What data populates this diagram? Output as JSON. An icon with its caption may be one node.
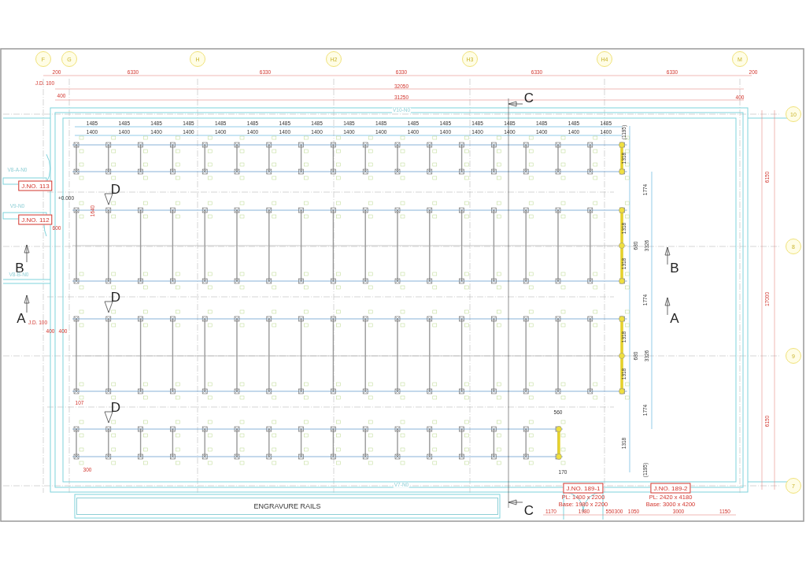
{
  "diagram": {
    "nodes": [
      {
        "text": [
          "F"
        ]
      },
      {
        "text": [
          "G"
        ]
      },
      {
        "text": [
          "H"
        ]
      },
      {
        "text": [
          "H2"
        ]
      },
      {
        "text": [
          "H3"
        ]
      },
      {
        "text": [
          "H4"
        ]
      },
      {
        "text": [
          "M"
        ]
      },
      {
        "text": [
          "10"
        ]
      },
      {
        "text": [
          "J.NO. 113"
        ]
      },
      {
        "text": [
          "J.NO. 112"
        ]
      },
      {
        "text": [
          "8"
        ]
      },
      {
        "text": [
          "9"
        ]
      },
      {
        "text": [
          "7"
        ]
      },
      {
        "text": [
          "J.NO. 189-1"
        ],
        "beside": [
          "PL: 1400 x 2200",
          "Base: 1980 x 2200"
        ]
      },
      {
        "text": [
          "J.NO. 189-2"
        ],
        "beside": [
          "PL: 2420 x 4180",
          "Base: 3000 x 4200"
        ]
      },
      {
        "text": [
          "ENGRAVURE RAILS"
        ]
      }
    ],
    "labels": [
      "200",
      "6330",
      "6330",
      "6330",
      "6330",
      "6330",
      "200",
      "J.D. 100",
      "32050",
      "400",
      "31250",
      "400",
      "C",
      "V10-N0",
      "1485",
      "1485",
      "1485",
      "1485",
      "1485",
      "1485",
      "1485",
      "1485",
      "1485",
      "1485",
      "1485",
      "1485",
      "1485",
      "1485",
      "1485",
      "1485",
      "1485",
      "1400",
      "1400",
      "1400",
      "1400",
      "1400",
      "1400",
      "1400",
      "1400",
      "1400",
      "1400",
      "1400",
      "1400",
      "1400",
      "1400",
      "1400",
      "1400",
      "1400",
      "(1195)",
      "1318",
      "1774",
      "1318",
      "680",
      "1318",
      "3326",
      "1774",
      "1318",
      "680",
      "1318",
      "3326",
      "1774",
      "1318",
      "(1195)",
      "6150",
      "17000",
      "6150",
      "V8-A-N0",
      "D",
      "+0.000",
      "1640",
      "V9-N0",
      "600",
      "B",
      "B",
      "V8-B-N0",
      "D",
      "A",
      "A",
      "J.D. 100",
      "400",
      "400",
      "107",
      "D",
      "560",
      "300",
      "170",
      "V7-N0",
      "C",
      "1170",
      "1980",
      "550",
      "300",
      "1050",
      "3000",
      "1150"
    ]
  }
}
